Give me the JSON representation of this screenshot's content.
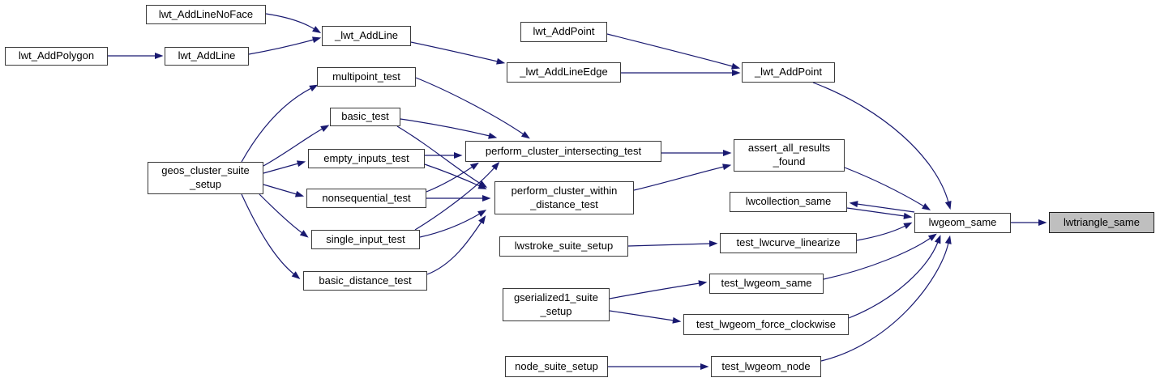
{
  "diagram": {
    "type": "call-graph",
    "colors": {
      "edge": "#191970",
      "node_border": "#3a3a3a",
      "node_fill": "#ffffff",
      "highlight_fill": "#bfbfbf",
      "text": "#000000",
      "background": "#ffffff"
    },
    "highlighted_node": "lwtriangle_same",
    "nodes": {
      "lwt_AddLineNoFace": {
        "label": "lwt_AddLineNoFace"
      },
      "lwt_AddPolygon": {
        "label": "lwt_AddPolygon"
      },
      "lwt_AddLine": {
        "label": "lwt_AddLine"
      },
      "_lwt_AddLine": {
        "label": "_lwt_AddLine"
      },
      "multipoint_test": {
        "label": "multipoint_test"
      },
      "lwt_AddPoint": {
        "label": "lwt_AddPoint"
      },
      "_lwt_AddLineEdge": {
        "label": "_lwt_AddLineEdge"
      },
      "_lwt_AddPoint": {
        "label": "_lwt_AddPoint"
      },
      "basic_test": {
        "label": "basic_test"
      },
      "empty_inputs_test": {
        "label": "empty_inputs_test"
      },
      "geos_cluster_suite_setup": {
        "label": "geos_cluster_suite\n_setup"
      },
      "nonsequential_test": {
        "label": "nonsequential_test"
      },
      "single_input_test": {
        "label": "single_input_test"
      },
      "basic_distance_test": {
        "label": "basic_distance_test"
      },
      "perform_cluster_intersecting_test": {
        "label": "perform_cluster_intersecting_test"
      },
      "perform_cluster_within_distance_test": {
        "label": "perform_cluster_within\n_distance_test"
      },
      "assert_all_results_found": {
        "label": "assert_all_results\n_found"
      },
      "lwcollection_same": {
        "label": "lwcollection_same"
      },
      "lwstroke_suite_setup": {
        "label": "lwstroke_suite_setup"
      },
      "test_lwcurve_linearize": {
        "label": "test_lwcurve_linearize"
      },
      "test_lwgeom_same": {
        "label": "test_lwgeom_same"
      },
      "gserialized1_suite_setup": {
        "label": "gserialized1_suite\n_setup"
      },
      "test_lwgeom_force_clockwise": {
        "label": "test_lwgeom_force_clockwise"
      },
      "node_suite_setup": {
        "label": "node_suite_setup"
      },
      "test_lwgeom_node": {
        "label": "test_lwgeom_node"
      },
      "lwgeom_same": {
        "label": "lwgeom_same"
      },
      "lwtriangle_same": {
        "label": "lwtriangle_same"
      }
    },
    "edges": [
      {
        "from": "lwt_AddLineNoFace",
        "to": "_lwt_AddLine"
      },
      {
        "from": "lwt_AddPolygon",
        "to": "lwt_AddLine"
      },
      {
        "from": "lwt_AddLine",
        "to": "_lwt_AddLine"
      },
      {
        "from": "_lwt_AddLine",
        "to": "_lwt_AddLineEdge"
      },
      {
        "from": "lwt_AddPoint",
        "to": "_lwt_AddPoint"
      },
      {
        "from": "_lwt_AddLineEdge",
        "to": "_lwt_AddPoint"
      },
      {
        "from": "_lwt_AddPoint",
        "to": "lwgeom_same"
      },
      {
        "from": "geos_cluster_suite_setup",
        "to": "multipoint_test"
      },
      {
        "from": "geos_cluster_suite_setup",
        "to": "basic_test"
      },
      {
        "from": "geos_cluster_suite_setup",
        "to": "empty_inputs_test"
      },
      {
        "from": "geos_cluster_suite_setup",
        "to": "nonsequential_test"
      },
      {
        "from": "geos_cluster_suite_setup",
        "to": "single_input_test"
      },
      {
        "from": "geos_cluster_suite_setup",
        "to": "basic_distance_test"
      },
      {
        "from": "multipoint_test",
        "to": "perform_cluster_intersecting_test"
      },
      {
        "from": "basic_test",
        "to": "perform_cluster_intersecting_test"
      },
      {
        "from": "basic_test",
        "to": "perform_cluster_within_distance_test"
      },
      {
        "from": "empty_inputs_test",
        "to": "perform_cluster_intersecting_test"
      },
      {
        "from": "empty_inputs_test",
        "to": "perform_cluster_within_distance_test"
      },
      {
        "from": "nonsequential_test",
        "to": "perform_cluster_intersecting_test"
      },
      {
        "from": "nonsequential_test",
        "to": "perform_cluster_within_distance_test"
      },
      {
        "from": "single_input_test",
        "to": "perform_cluster_intersecting_test"
      },
      {
        "from": "single_input_test",
        "to": "perform_cluster_within_distance_test"
      },
      {
        "from": "basic_distance_test",
        "to": "perform_cluster_within_distance_test"
      },
      {
        "from": "perform_cluster_intersecting_test",
        "to": "assert_all_results_found"
      },
      {
        "from": "perform_cluster_within_distance_test",
        "to": "assert_all_results_found"
      },
      {
        "from": "assert_all_results_found",
        "to": "lwgeom_same"
      },
      {
        "from": "lwcollection_same",
        "to": "lwgeom_same"
      },
      {
        "from": "lwgeom_same",
        "to": "lwcollection_same"
      },
      {
        "from": "lwstroke_suite_setup",
        "to": "test_lwcurve_linearize"
      },
      {
        "from": "test_lwcurve_linearize",
        "to": "lwgeom_same"
      },
      {
        "from": "gserialized1_suite_setup",
        "to": "test_lwgeom_same"
      },
      {
        "from": "gserialized1_suite_setup",
        "to": "test_lwgeom_force_clockwise"
      },
      {
        "from": "test_lwgeom_same",
        "to": "lwgeom_same"
      },
      {
        "from": "test_lwgeom_force_clockwise",
        "to": "lwgeom_same"
      },
      {
        "from": "node_suite_setup",
        "to": "test_lwgeom_node"
      },
      {
        "from": "test_lwgeom_node",
        "to": "lwgeom_same"
      },
      {
        "from": "lwgeom_same",
        "to": "lwtriangle_same"
      }
    ]
  }
}
